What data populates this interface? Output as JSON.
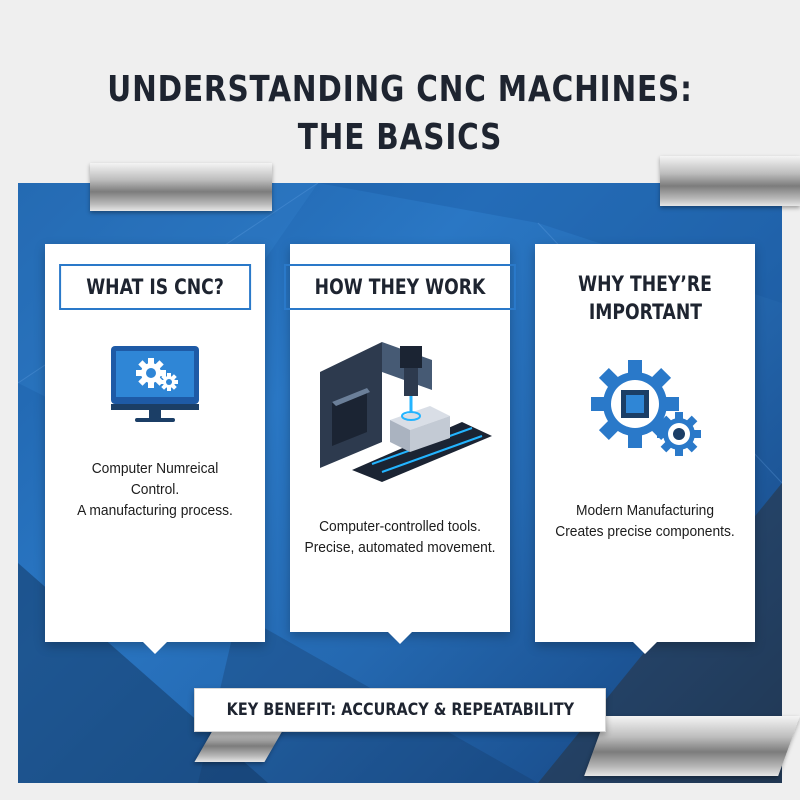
{
  "header": {
    "title_line1": "UNDERSTANDING CNC MACHINES:",
    "title_line2": "THE BASICS"
  },
  "cards": [
    {
      "heading": "WHAT IS CNC?",
      "icon": "monitor-gears-icon",
      "lines": [
        "Computer Numreical",
        "Control.",
        "A manufacturing process."
      ]
    },
    {
      "heading": "HOW THEY WORK",
      "icon": "cnc-machine-icon",
      "lines": [
        "Computer-controlled tools.",
        "Precise, automated movement."
      ]
    },
    {
      "heading_line1": "WHY THEY’RE",
      "heading_line2": "IMPORTANT",
      "icon": "gear-chip-icon",
      "lines": [
        "Modern Manufacturing",
        "Creates precise components."
      ]
    }
  ],
  "footer": {
    "text": "KEY BENEFIT: ACCURACY & REPEATABILITY"
  },
  "colors": {
    "accent": "#2a79c9",
    "panel": "#2468b0",
    "text_dark": "#1e2430"
  }
}
